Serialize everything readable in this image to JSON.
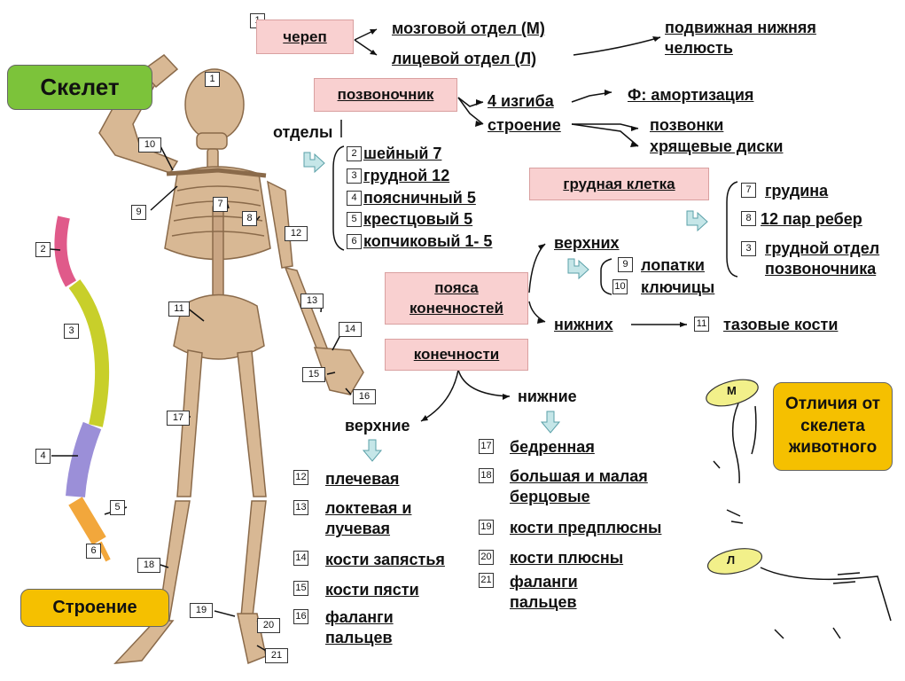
{
  "badges": {
    "skeleton": "Скелет",
    "structure": "Строение",
    "differences": "Отличия от скелета животного"
  },
  "skull": {
    "num": "1",
    "label": "череп",
    "brain": "мозговой отдел (М)",
    "face": "лицевой отдел (Л)",
    "jaw": "подвижная нижняя челюсть"
  },
  "spine": {
    "label": "позвоночник",
    "bends": "4 изгиба",
    "structure": "строение",
    "function": "Ф: амортизация",
    "vertebrae": "позвонки",
    "discs": "хрящевые диски",
    "sections_label": "отделы",
    "sections": [
      {
        "num": "2",
        "text": "шейный 7"
      },
      {
        "num": "3",
        "text": "грудной 12"
      },
      {
        "num": "4",
        "text": "поясничный 5"
      },
      {
        "num": "5",
        "text": "крестцовый 5"
      },
      {
        "num": "6",
        "text": "копчиковый 1- 5"
      }
    ]
  },
  "chest": {
    "label": "грудная клетка",
    "items": [
      {
        "num": "7",
        "text": "грудина"
      },
      {
        "num": "8",
        "text": "12 пар ребер"
      },
      {
        "num": "3",
        "text": "грудной отдел позвоночника"
      }
    ]
  },
  "girdles": {
    "label": "пояса конечностей",
    "upper": "верхних",
    "lower": "нижних",
    "upper_items": [
      {
        "num": "9",
        "text": "лопатки"
      },
      {
        "num": "10",
        "text": "ключицы"
      }
    ],
    "lower_item": {
      "num": "11",
      "text": "тазовые кости"
    }
  },
  "limbs": {
    "label": "конечности",
    "upper": "верхние",
    "lower": "нижние",
    "upper_items": [
      {
        "num": "12",
        "text": "плечевая"
      },
      {
        "num": "13",
        "text": "локтевая и лучевая"
      },
      {
        "num": "14",
        "text": "кости запястья"
      },
      {
        "num": "15",
        "text": "кости пясти"
      },
      {
        "num": "16",
        "text": "фаланги пальцев"
      }
    ],
    "lower_items": [
      {
        "num": "17",
        "text": "бедренная"
      },
      {
        "num": "18",
        "text": "большая и малая берцовые"
      },
      {
        "num": "19",
        "text": "кости предплюсны"
      },
      {
        "num": "20",
        "text": "кости плюсны"
      },
      {
        "num": "21",
        "text": "фаланги пальцев"
      }
    ]
  },
  "figure_labels": {
    "skeleton_nums": [
      "1",
      "10",
      "9",
      "7",
      "8",
      "12",
      "11",
      "13",
      "14",
      "15",
      "16",
      "17",
      "18",
      "19",
      "20",
      "21"
    ],
    "spine_nums": [
      "2",
      "3",
      "4",
      "5",
      "6"
    ],
    "ellipse_m": "М",
    "ellipse_l": "Л"
  },
  "colors": {
    "accent_green": "#7cc33a",
    "accent_orange": "#f5c000",
    "box_pink": "#f9d0d0",
    "bone": "#c9a583",
    "spine_cervical": "#e05a8a",
    "spine_thoracic": "#c8cf2a",
    "spine_lumbar": "#9b8fd8",
    "spine_sacral": "#f2a73c"
  }
}
